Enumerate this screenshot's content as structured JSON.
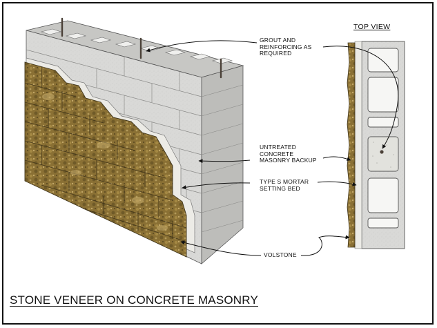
{
  "title": "STONE VENEER ON CONCRETE MASONRY",
  "top_view_label": "TOP VIEW",
  "callouts": {
    "grout": "GROUT AND\nREINFORCING AS\nREQUIRED",
    "cmu": "UNTREATED\nCONCRETE\nMASONRY BACKUP",
    "mortar": "TYPE S MORTAR\nSETTING BED",
    "volstone": "VOLSTONE"
  },
  "colors": {
    "cmu_face": "#d8d8d6",
    "cmu_top": "#c9c9c6",
    "cmu_side": "#b9b9b6",
    "mortar": "#ecebe6",
    "stone_dark": "#6e5a2c",
    "stone_mid": "#8f7638",
    "stone_light": "#b59a58",
    "rebar": "#4a4037"
  }
}
